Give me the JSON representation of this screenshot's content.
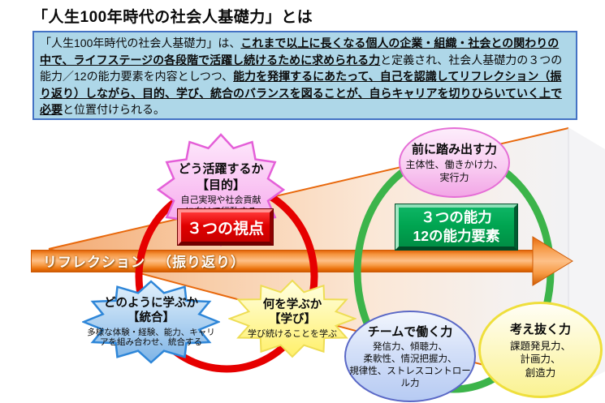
{
  "page": {
    "title": "「人生100年時代の社会人基礎力」とは"
  },
  "definition": {
    "segments": [
      {
        "t": "「人生100年時代の社会人基礎力」は、",
        "em": false
      },
      {
        "t": "これまで以上に長くなる個人の企業・組織・社会との関わりの中で、ライフステージの各段階で活躍し続けるために求められる力",
        "em": true
      },
      {
        "t": "と定義され、社会人基礎力の３つの能力／12の能力要素を内容としつつ、",
        "em": false
      },
      {
        "t": "能力を発揮するにあたって、自己を認識してリフレクション（振り返り）しながら、目的、学び、統合のバランスを図ることが、自らキャリアを切りひらいていく上で必要",
        "em": true
      },
      {
        "t": "と位置付けられる。",
        "em": false
      }
    ]
  },
  "diagram": {
    "reflection_band": {
      "main": "リフレクション",
      "sub": "（振り返り）"
    },
    "purpose_star": {
      "title": "どう活躍するか\n【目的】",
      "desc": "自己実現や社会貢献\nに向けて行動する"
    },
    "viewpoints_box": {
      "label": "３つの視点"
    },
    "abilities_box": {
      "label": "３つの能力\n12の能力要素"
    },
    "forward_ellipse": {
      "title": "前に踏み出す力",
      "desc": "主体性、働きかけ力、\n実行力"
    },
    "integration_star": {
      "title": "どのように学ぶか\n【統合】",
      "desc": "多様な体験・経験、能力、キャリ\nアを組み合わせ、統合する"
    },
    "learning_star": {
      "title": "何を学ぶか\n【学び】",
      "desc": "学び続けることを学ぶ"
    },
    "team_ellipse": {
      "title": "チームで働く力",
      "desc": "発信力、傾聴力、\n柔軟性、情況把握力、\n規律性、ストレスコントロール力"
    },
    "think_ellipse": {
      "title": "考え抜く力",
      "desc": "課題発見力、\n計画力、\n創造力"
    }
  },
  "colors": {
    "definition_bg": "#aed7e8",
    "definition_border": "#4472c4",
    "band_orange": "#f08019",
    "band_border": "#cf5a05",
    "ring_red": "#e60000",
    "ring_green": "#3cb44a",
    "box_red": "#e00000",
    "box_green": "#00a551",
    "star_pink_border": "#e45fd8",
    "star_blue_border": "#2e86d8",
    "star_yellow_border": "#eedd55",
    "ellipse_pink": "#f2a6e6",
    "ellipse_pink_border": "#e56ed6",
    "ellipse_blue": "#b7cbf3",
    "ellipse_blue_border": "#5a68c6",
    "ellipse_yellow": "#faf292",
    "ellipse_yellow_border": "#efdf3c",
    "bg_triangle": "#f2a164"
  }
}
